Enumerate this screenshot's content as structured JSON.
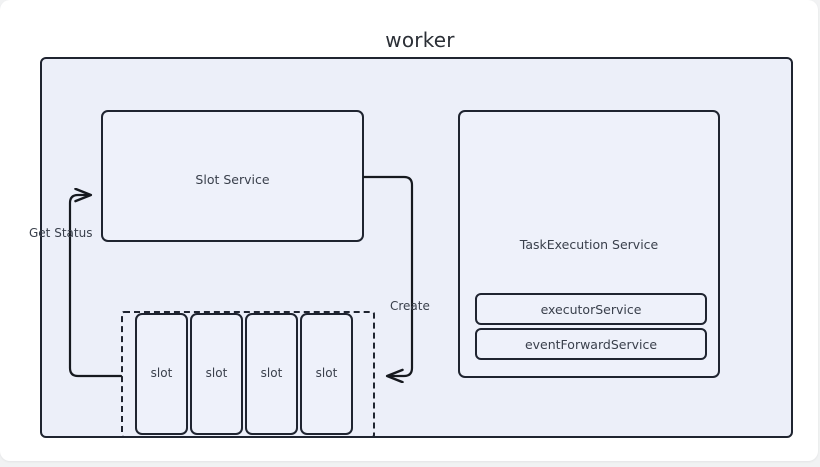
{
  "diagram": {
    "title": "worker",
    "background_color": "#ffffff",
    "container_fill": "#eceff9",
    "stroke_color": "#1f2430",
    "text_color": "#3a404c"
  },
  "worker": {
    "label": "worker",
    "slot_service": {
      "label": "Slot Service"
    },
    "task_execution": {
      "label": "TaskExecution Service",
      "subservices": [
        {
          "label": "executorService"
        },
        {
          "label": "eventForwardService"
        }
      ]
    },
    "slot_pool": {
      "slots": [
        {
          "label": "slot"
        },
        {
          "label": "slot"
        },
        {
          "label": "slot"
        },
        {
          "label": "slot"
        }
      ]
    },
    "edges": [
      {
        "label": "Get Status",
        "from": "slot-pool",
        "to": "slot-service"
      },
      {
        "label": "Create",
        "from": "slot-service",
        "to": "slot-pool"
      }
    ]
  }
}
